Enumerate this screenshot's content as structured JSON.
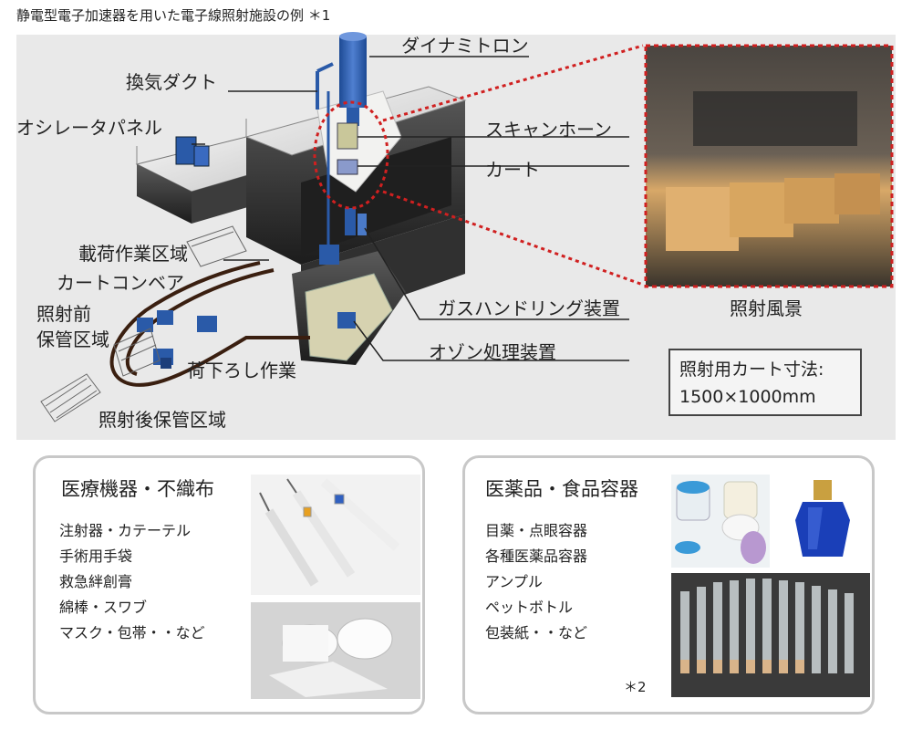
{
  "title": "静電型電子加速器を用いた電子線照射施設の例 ＊1",
  "diagram": {
    "labels": {
      "dynamitron": "ダイナミトロン",
      "exhaust_duct": "換気ダクト",
      "oscillator_panel": "オシレータパネル",
      "scan_horn": "スキャンホーン",
      "cart": "カート",
      "loading_area": "載荷作業区域",
      "cart_conveyor": "カートコンベア",
      "pre_storage_1": "照射前",
      "pre_storage_2": "保管区域",
      "gas_handling": "ガスハンドリング装置",
      "ozone_treatment": "オゾン処理装置",
      "unloading": "荷下ろし作業",
      "post_storage": "照射後保管区域",
      "irradiation_scene": "照射風景"
    },
    "cart_dimensions": {
      "line1": "照射用カート寸法:",
      "line2": "1500×1000mm"
    }
  },
  "medical_card": {
    "heading": "医療機器・不織布",
    "items": [
      "注射器・カテーテル",
      "手術用手袋",
      "救急絆創膏",
      "綿棒・スワブ",
      "マスク・包帯・・など"
    ],
    "images": [
      "syringes-photo",
      "bandages-photo"
    ]
  },
  "pharma_card": {
    "heading": "医薬品・食品容器",
    "items": [
      "目薬・点眼容器",
      "各種医薬品容器",
      "アンプル",
      "ペットボトル",
      "包装紙・・など"
    ],
    "images": [
      "containers-photo",
      "blue-bottle-photo",
      "bottle-line-photo"
    ],
    "footnote": "＊2"
  },
  "colors": {
    "accent_red": "#d02020",
    "equipment_blue": "#2a5aa8",
    "building_dark": "#2b2b2b"
  }
}
